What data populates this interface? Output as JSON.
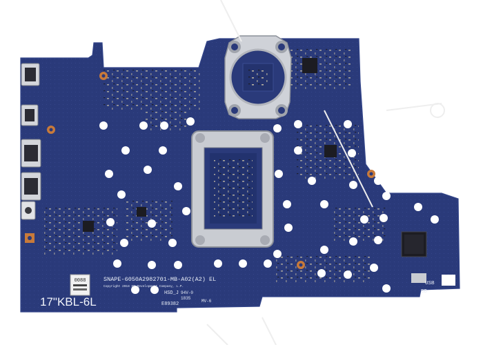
{
  "board": {
    "colors": {
      "pcb": "#2a3a7a",
      "pcb_dark": "#1f2d66",
      "pcb_edge": "#34468a",
      "hole": "#ffffff",
      "metal": "#c9ccd2",
      "metal_dark": "#8c9099",
      "chip": "#1c1c22",
      "copper": "#c87a3a"
    },
    "silkscreen": {
      "part_number": "SNAPE-6050A2982701-MB-A02(A2) EL",
      "model_label": "17\"KBL-6L",
      "hsd_label": "HSD_J",
      "rev_label": "94V-0",
      "date_code": "1835",
      "code_label": "E89382",
      "mv_label": "MV-6",
      "copyright_line": "Copyright 2018 HP Development Company, L.P.",
      "usb_label": "USB",
      "bd_label": "BD",
      "sticker_code": "0088"
    }
  }
}
